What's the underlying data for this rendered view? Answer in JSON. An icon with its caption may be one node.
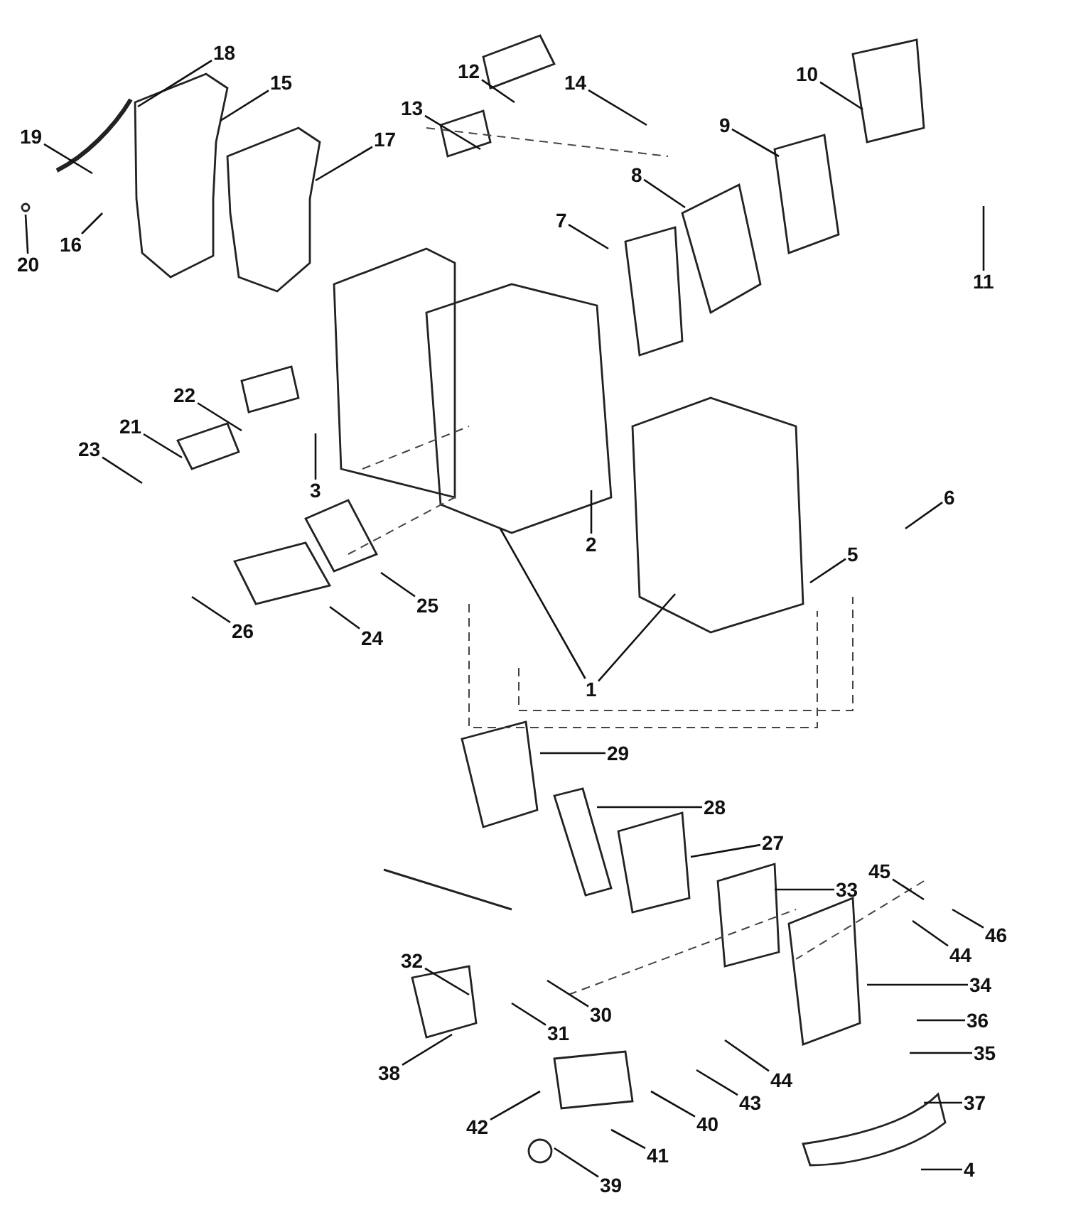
{
  "diagram": {
    "nodes": [
      {
        "text": [
          "1"
        ]
      },
      {
        "text": [
          "2"
        ]
      },
      {
        "text": [
          "3"
        ]
      },
      {
        "text": [
          "4"
        ]
      },
      {
        "text": [
          "5"
        ]
      },
      {
        "text": [
          "6"
        ]
      },
      {
        "text": [
          "7"
        ]
      },
      {
        "text": [
          "8"
        ]
      },
      {
        "text": [
          "9"
        ]
      },
      {
        "text": [
          "10"
        ]
      },
      {
        "text": [
          "11"
        ]
      },
      {
        "text": [
          "12"
        ]
      },
      {
        "text": [
          "13"
        ]
      },
      {
        "text": [
          "14"
        ]
      },
      {
        "text": [
          "15"
        ]
      },
      {
        "text": [
          "16"
        ]
      },
      {
        "text": [
          "17"
        ]
      },
      {
        "text": [
          "18"
        ]
      },
      {
        "text": [
          "19"
        ]
      },
      {
        "text": [
          "20"
        ]
      },
      {
        "text": [
          "21"
        ]
      },
      {
        "text": [
          "22"
        ]
      },
      {
        "text": [
          "23"
        ]
      },
      {
        "text": [
          "24"
        ]
      },
      {
        "text": [
          "25"
        ]
      },
      {
        "text": [
          "26"
        ]
      },
      {
        "text": [
          "27"
        ]
      },
      {
        "text": [
          "28"
        ]
      },
      {
        "text": [
          "29"
        ]
      },
      {
        "text": [
          "30"
        ]
      },
      {
        "text": [
          "31"
        ]
      },
      {
        "text": [
          "32"
        ]
      },
      {
        "text": [
          "33"
        ]
      },
      {
        "text": [
          "34"
        ]
      },
      {
        "text": [
          "35"
        ]
      },
      {
        "text": [
          "36"
        ]
      },
      {
        "text": [
          "37"
        ]
      },
      {
        "text": [
          "38"
        ]
      },
      {
        "text": [
          "39"
        ]
      },
      {
        "text": [
          "40"
        ]
      },
      {
        "text": [
          "41"
        ]
      },
      {
        "text": [
          "42"
        ]
      },
      {
        "text": [
          "43"
        ]
      },
      {
        "text": [
          "44"
        ]
      },
      {
        "text": [
          "44"
        ]
      },
      {
        "text": [
          "45"
        ]
      },
      {
        "text": [
          "46"
        ]
      }
    ],
    "edges": [
      {
        "from": 0,
        "to": null,
        "arrow": "none"
      },
      {
        "from": 0,
        "to": null,
        "arrow": "none"
      },
      {
        "from": 1,
        "to": null,
        "arrow": "none"
      },
      {
        "from": 2,
        "to": null,
        "arrow": "none"
      },
      {
        "from": 3,
        "to": null,
        "arrow": "none"
      },
      {
        "from": 4,
        "to": null,
        "arrow": "none"
      },
      {
        "from": 5,
        "to": null,
        "arrow": "none"
      },
      {
        "from": 6,
        "to": null,
        "arrow": "none"
      },
      {
        "from": 7,
        "to": null,
        "arrow": "none"
      },
      {
        "from": 8,
        "to": null,
        "arrow": "none"
      },
      {
        "from": 9,
        "to": null,
        "arrow": "none"
      },
      {
        "from": 10,
        "to": null,
        "arrow": "none"
      },
      {
        "from": 11,
        "to": null,
        "arrow": "none"
      },
      {
        "from": 12,
        "to": null,
        "arrow": "none"
      },
      {
        "from": 13,
        "to": null,
        "arrow": "none"
      },
      {
        "from": 14,
        "to": null,
        "arrow": "none"
      },
      {
        "from": 15,
        "to": null,
        "arrow": "none"
      },
      {
        "from": 16,
        "to": null,
        "arrow": "none"
      },
      {
        "from": 17,
        "to": null,
        "arrow": "none"
      },
      {
        "from": 18,
        "to": null,
        "arrow": "none"
      },
      {
        "from": 19,
        "to": null,
        "arrow": "none"
      },
      {
        "from": 20,
        "to": null,
        "arrow": "none"
      },
      {
        "from": 21,
        "to": null,
        "arrow": "none"
      },
      {
        "from": 22,
        "to": null,
        "arrow": "none"
      },
      {
        "from": 23,
        "to": null,
        "arrow": "none"
      },
      {
        "from": 24,
        "to": null,
        "arrow": "none"
      },
      {
        "from": 25,
        "to": null,
        "arrow": "none"
      },
      {
        "from": 26,
        "to": null,
        "arrow": "none"
      },
      {
        "from": 27,
        "to": null,
        "arrow": "none"
      },
      {
        "from": 28,
        "to": null,
        "arrow": "none"
      },
      {
        "from": 29,
        "to": null,
        "arrow": "none"
      },
      {
        "from": 30,
        "to": null,
        "arrow": "none"
      },
      {
        "from": 31,
        "to": null,
        "arrow": "none"
      },
      {
        "from": 32,
        "to": null,
        "arrow": "none"
      },
      {
        "from": 33,
        "to": null,
        "arrow": "none"
      },
      {
        "from": 34,
        "to": null,
        "arrow": "none"
      },
      {
        "from": 35,
        "to": null,
        "arrow": "none"
      },
      {
        "from": 36,
        "to": null,
        "arrow": "none"
      },
      {
        "from": 37,
        "to": null,
        "arrow": "none"
      },
      {
        "from": 38,
        "to": null,
        "arrow": "none"
      },
      {
        "from": 39,
        "to": null,
        "arrow": "none"
      },
      {
        "from": 40,
        "to": null,
        "arrow": "none"
      },
      {
        "from": 41,
        "to": null,
        "arrow": "none"
      },
      {
        "from": 42,
        "to": null,
        "arrow": "none"
      },
      {
        "from": 43,
        "to": null,
        "arrow": "none"
      },
      {
        "from": 44,
        "to": null,
        "arrow": "none"
      },
      {
        "from": 45,
        "to": null,
        "arrow": "none"
      },
      {
        "from": 46,
        "to": null,
        "arrow": "none"
      }
    ]
  }
}
